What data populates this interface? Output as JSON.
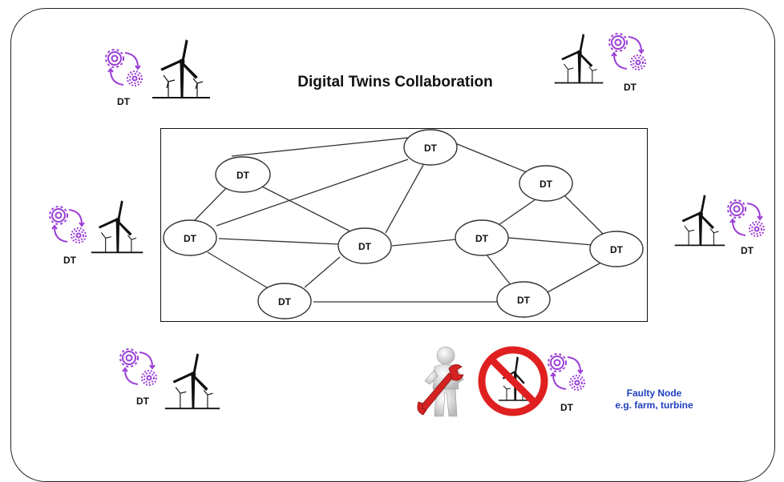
{
  "title": "Digital Twins Collaboration",
  "twin_label": "DT",
  "network": {
    "nodes": [
      {
        "id": "n1",
        "label": "DT"
      },
      {
        "id": "n2",
        "label": "DT"
      },
      {
        "id": "n3",
        "label": "DT"
      },
      {
        "id": "n4",
        "label": "DT"
      },
      {
        "id": "n5",
        "label": "DT"
      },
      {
        "id": "n6",
        "label": "DT"
      },
      {
        "id": "n7",
        "label": "DT"
      },
      {
        "id": "n8",
        "label": "DT"
      },
      {
        "id": "n9",
        "label": "DT"
      }
    ]
  },
  "faulty": {
    "line1": "Faulty Node",
    "line2": "e.g. farm, turbine"
  },
  "colors": {
    "gear": "#9b3fd6",
    "fault_sign": "#e02020",
    "caption": "#1f3fbf"
  }
}
